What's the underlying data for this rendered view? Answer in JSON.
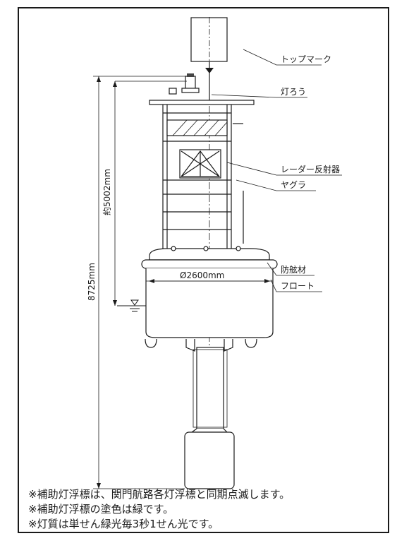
{
  "labels": {
    "top_mark": "トップマーク",
    "lamp": "灯ろう",
    "radar_reflector": "レーダー反射器",
    "yagura": "ヤグラ",
    "fender": "防舷材",
    "float": "フロート"
  },
  "dimensions": {
    "height_above": "約5002mm",
    "total_height": "8725mm",
    "diameter": "Ø2600mm"
  },
  "notes": [
    "※補助灯浮標は、関門航路各灯浮標と同期点滅します。",
    "※補助灯浮標の塗色は緑です。",
    "※灯質は単せん緑光毎3秒1せん光です。"
  ]
}
